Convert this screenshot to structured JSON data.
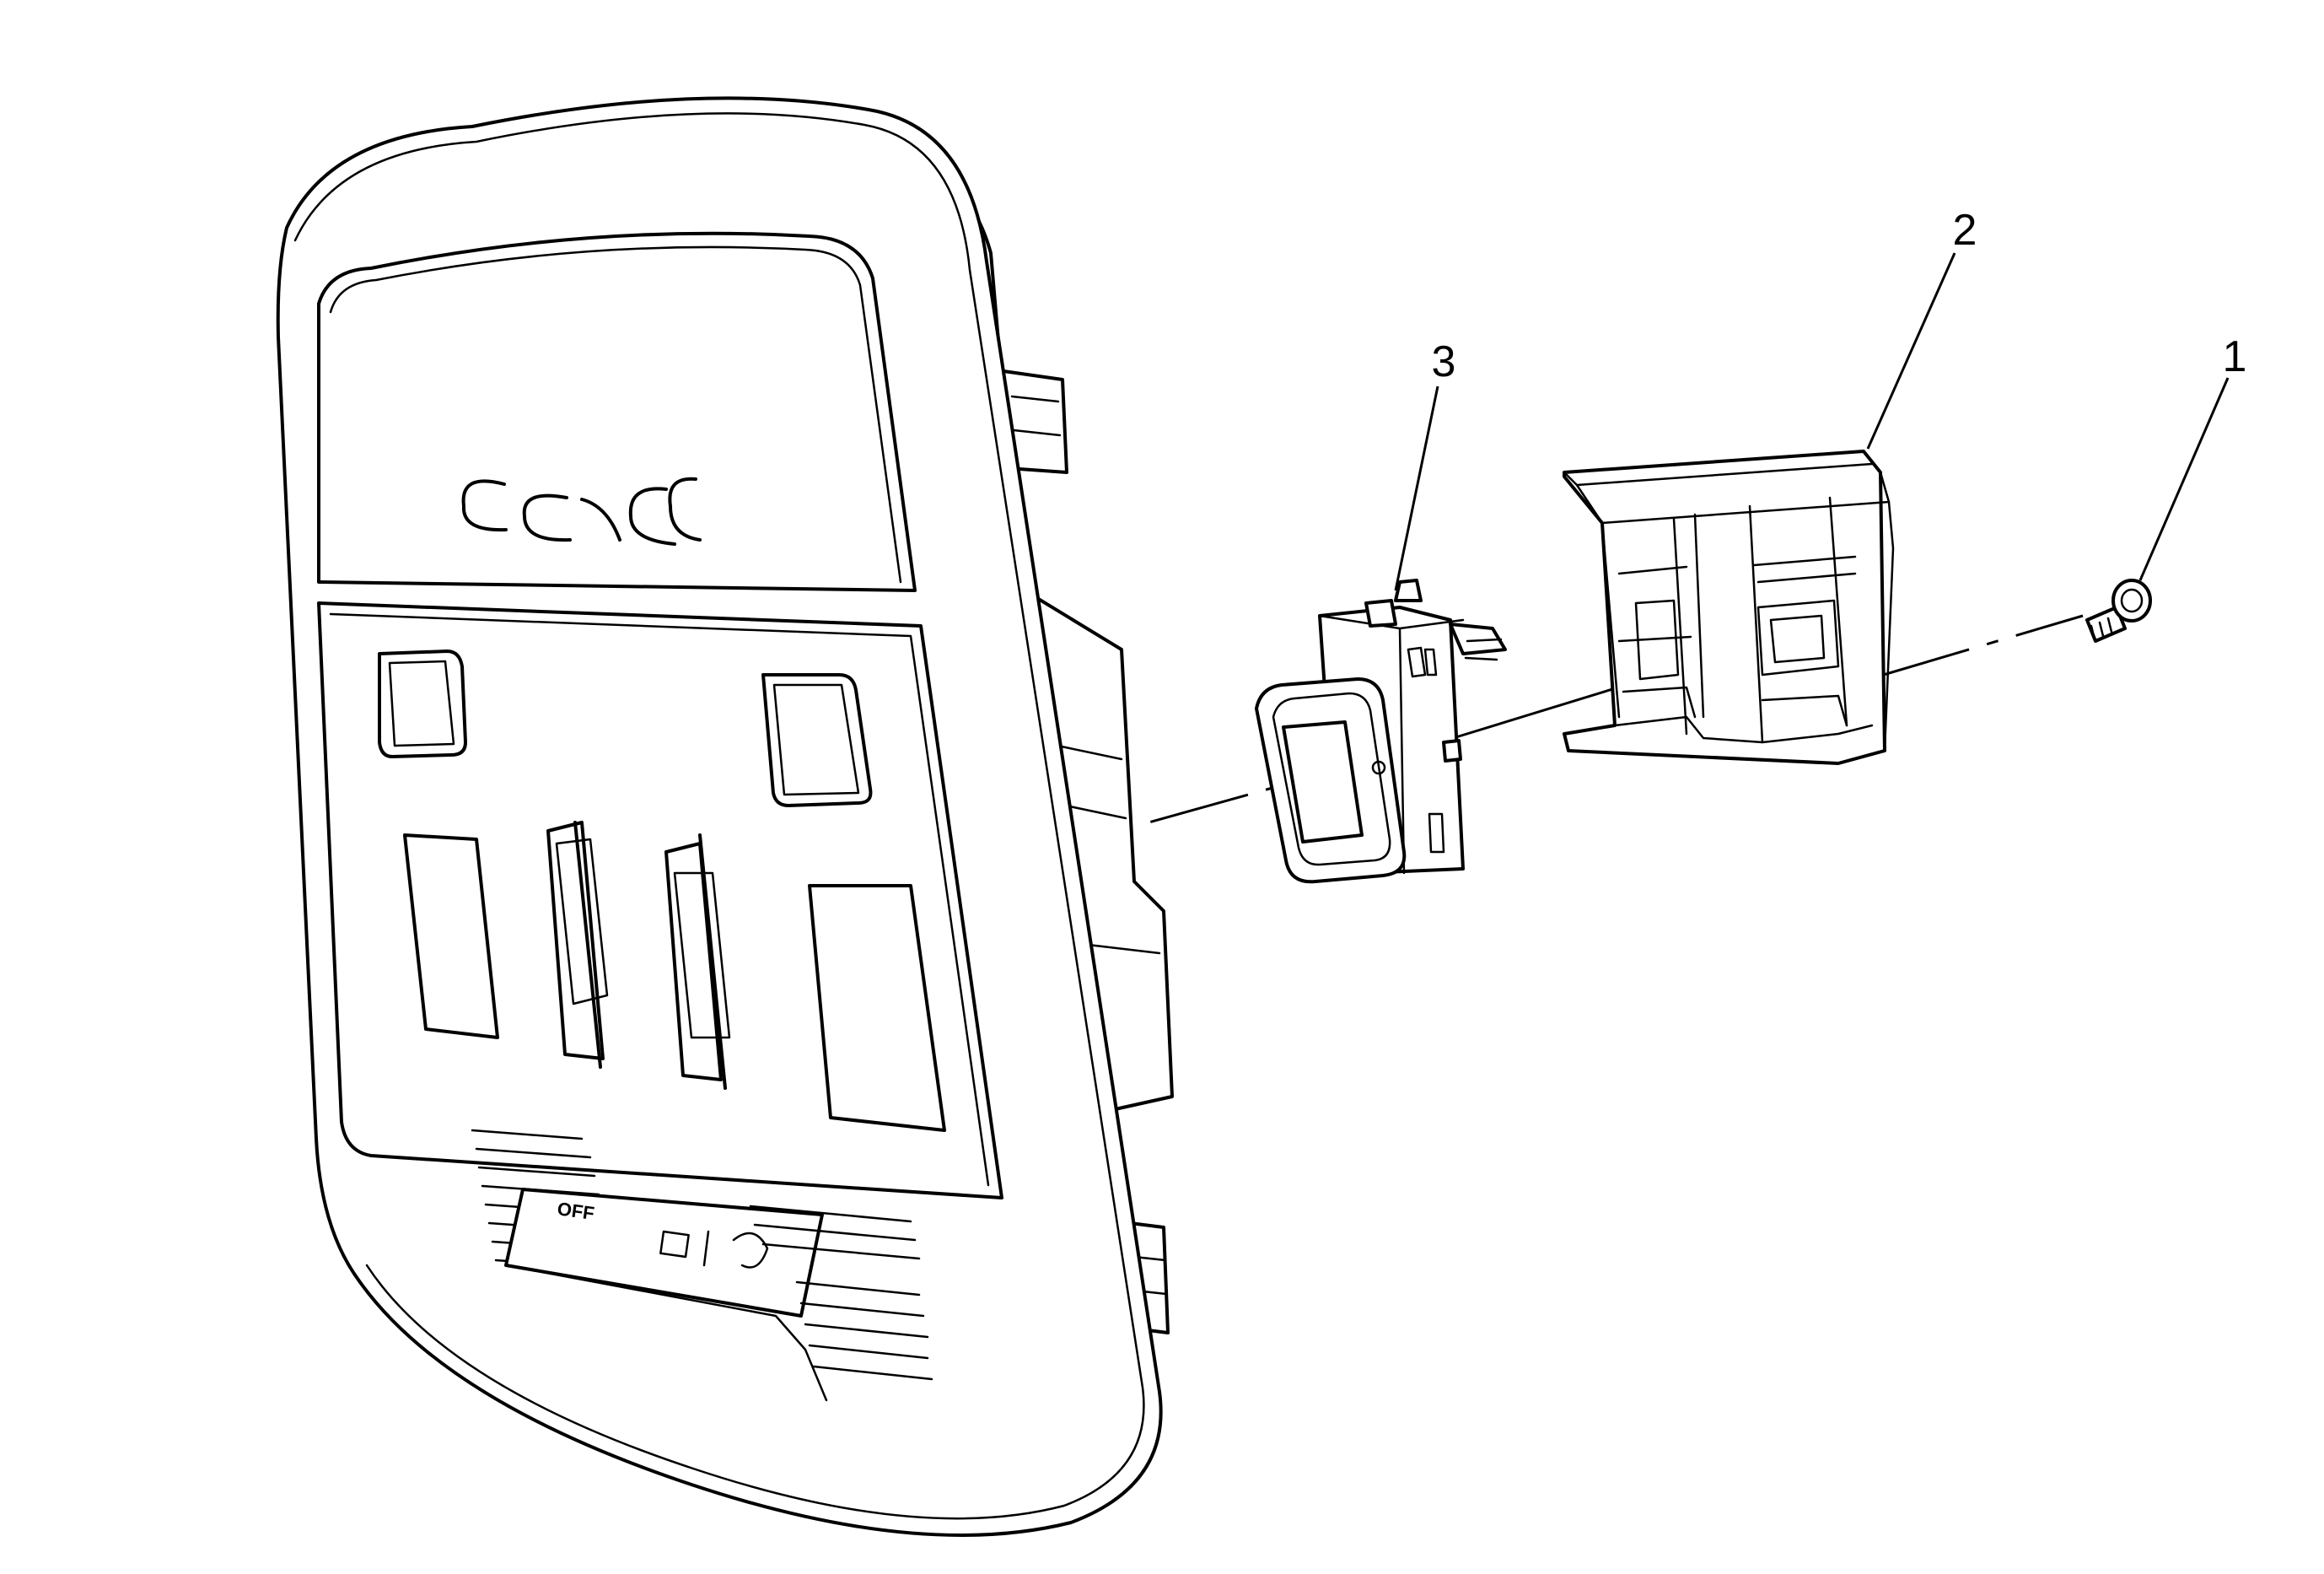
{
  "callouts": [
    {
      "label": "1",
      "part": "screw"
    },
    {
      "label": "2",
      "part": "bracket"
    },
    {
      "label": "3",
      "part": "switch"
    }
  ],
  "console": {
    "logo_text": "CMC",
    "switch_label": "OFF"
  },
  "colors": {
    "line": "#000000",
    "background": "#ffffff"
  }
}
